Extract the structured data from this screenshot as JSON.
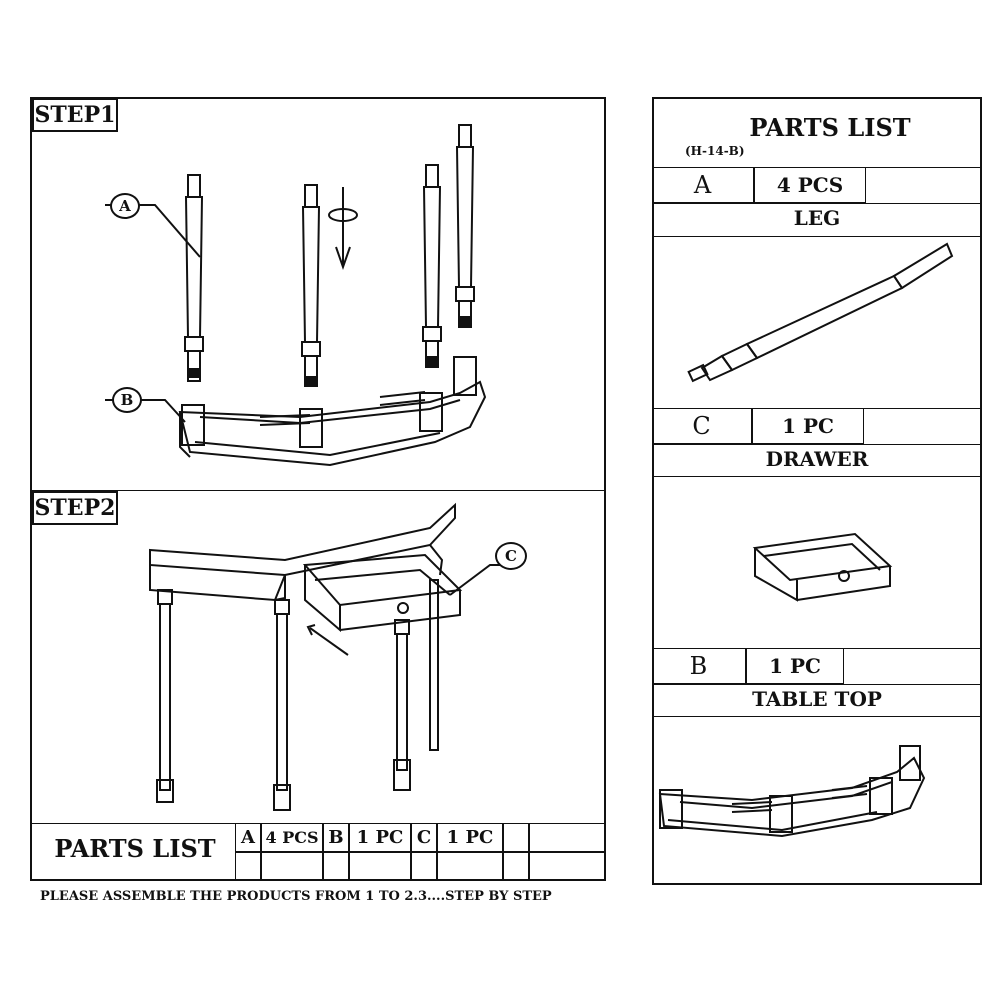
{
  "step1": {
    "title": "STEP1",
    "callouts": {
      "a": "A",
      "b": "B"
    }
  },
  "step2": {
    "title": "STEP2",
    "callouts": {
      "c": "C"
    }
  },
  "bottom_parts": {
    "title": "PARTS LIST",
    "items": [
      {
        "letter": "A",
        "qty": "4 PCS"
      },
      {
        "letter": "B",
        "qty": "1 PC"
      },
      {
        "letter": "C",
        "qty": "1 PC"
      }
    ]
  },
  "instruction": "PLEASE ASSEMBLE THE PRODUCTS FROM 1 TO 2.3....STEP BY STEP",
  "side_parts": {
    "title": "PARTS LIST",
    "code": "(H-14-B)",
    "items": [
      {
        "letter": "A",
        "qty": "4 PCS",
        "name": "LEG"
      },
      {
        "letter": "C",
        "qty": "1 PC",
        "name": "DRAWER"
      },
      {
        "letter": "B",
        "qty": "1 PC",
        "name": "TABLE TOP"
      }
    ]
  }
}
